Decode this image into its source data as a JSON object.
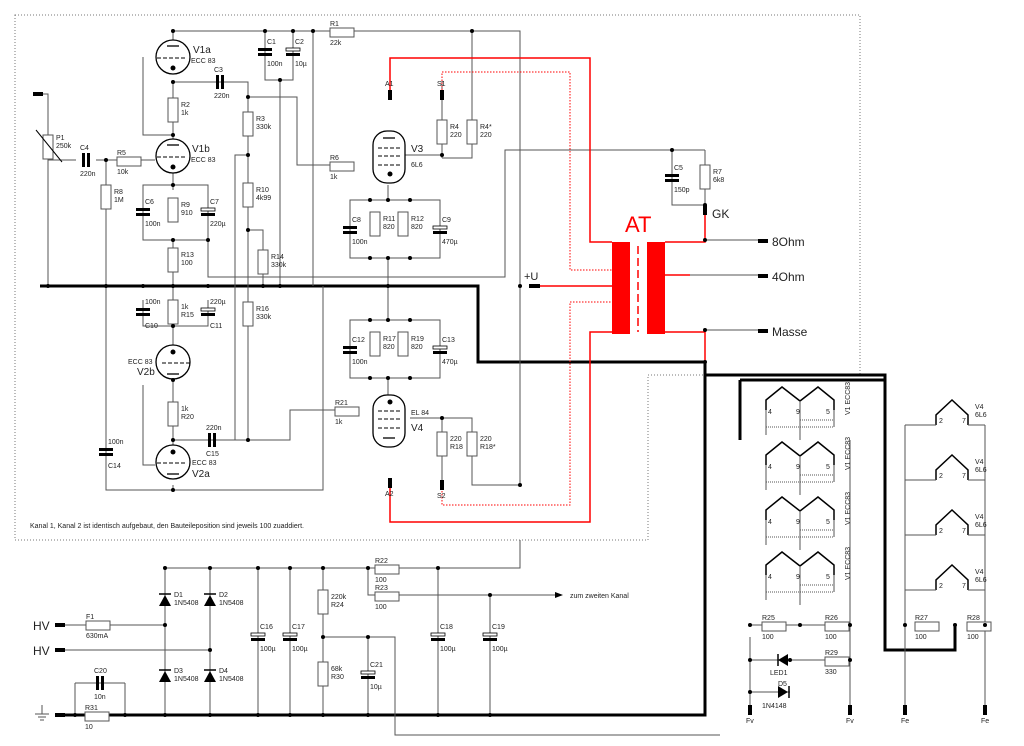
{
  "note": "Kanal 1, Kanal 2 ist identisch aufgebaut, den Bauteileposition sind jeweils 100 zuaddiert.",
  "transformer": {
    "label": "AT",
    "color": "#ff0000"
  },
  "outputs": {
    "gk": "GK",
    "ohm8": "8Ohm",
    "ohm4": "4Ohm",
    "masse": "Masse",
    "plus_u": "+U"
  },
  "power_inputs": {
    "hv1": "HV",
    "hv2": "HV"
  },
  "second_channel": "zum zweiten Kanal",
  "tubes": [
    {
      "ref": "V1a",
      "type": "ECC 83"
    },
    {
      "ref": "V1b",
      "type": "ECC 83"
    },
    {
      "ref": "V2b",
      "type": "ECC 83"
    },
    {
      "ref": "V2a",
      "type": "ECC 83"
    },
    {
      "ref": "V3",
      "type": "6L6"
    },
    {
      "ref": "V4",
      "type": "EL 84"
    }
  ],
  "pins": {
    "a1": "A1",
    "s1": "S1",
    "a2": "A2",
    "s2": "S2"
  },
  "components": {
    "R1": {
      "ref": "R1",
      "value": "22k"
    },
    "R2": {
      "ref": "R2",
      "value": "1k"
    },
    "R3": {
      "ref": "R3",
      "value": "330k"
    },
    "R4": {
      "ref": "R4",
      "value": "220"
    },
    "R4s": {
      "ref": "R4*",
      "value": "220"
    },
    "R5": {
      "ref": "R5",
      "value": "10k"
    },
    "R6": {
      "ref": "R6",
      "value": "1k"
    },
    "R7": {
      "ref": "R7",
      "value": "6k8"
    },
    "R8": {
      "ref": "R8",
      "value": "1M"
    },
    "R9": {
      "ref": "R9",
      "value": "910"
    },
    "R10": {
      "ref": "R10",
      "value": "4k99"
    },
    "R11": {
      "ref": "R11",
      "value": "820"
    },
    "R12": {
      "ref": "R12",
      "value": "820"
    },
    "R13": {
      "ref": "R13",
      "value": "100"
    },
    "R14": {
      "ref": "R14",
      "value": "330k"
    },
    "R15": {
      "ref": "R15",
      "value": "1k"
    },
    "R16": {
      "ref": "R16",
      "value": "330k"
    },
    "R17": {
      "ref": "R17",
      "value": "820"
    },
    "R18": {
      "ref": "R18",
      "value": "220"
    },
    "R18s": {
      "ref": "R18*",
      "value": "220"
    },
    "R19": {
      "ref": "R19",
      "value": "820"
    },
    "R20": {
      "ref": "R20",
      "value": "1k"
    },
    "R21": {
      "ref": "R21",
      "value": "1k"
    },
    "R22": {
      "ref": "R22",
      "value": "100"
    },
    "R23": {
      "ref": "R23",
      "value": "100"
    },
    "R24": {
      "ref": "R24",
      "value": "220k"
    },
    "R25": {
      "ref": "R25",
      "value": "100"
    },
    "R26": {
      "ref": "R26",
      "value": "100"
    },
    "R27": {
      "ref": "R27",
      "value": "100"
    },
    "R28": {
      "ref": "R28",
      "value": "100"
    },
    "R29": {
      "ref": "R29",
      "value": "330"
    },
    "R30": {
      "ref": "R30",
      "value": "68k"
    },
    "R31": {
      "ref": "R31",
      "value": "10"
    },
    "P1": {
      "ref": "P1",
      "value": "250k"
    },
    "C1": {
      "ref": "C1",
      "value": "100n"
    },
    "C2": {
      "ref": "C2",
      "value": "10µ"
    },
    "C3": {
      "ref": "C3",
      "value": "220n"
    },
    "C4": {
      "ref": "C4",
      "value": "220n"
    },
    "C5": {
      "ref": "C5",
      "value": "150p"
    },
    "C6": {
      "ref": "C6",
      "value": "100n"
    },
    "C7": {
      "ref": "C7",
      "value": "220µ"
    },
    "C8": {
      "ref": "C8",
      "value": "100n"
    },
    "C9": {
      "ref": "C9",
      "value": "470µ"
    },
    "C10": {
      "ref": "C10",
      "value": "100n"
    },
    "C11": {
      "ref": "C11",
      "value": "220µ"
    },
    "C12": {
      "ref": "C12",
      "value": "100n"
    },
    "C13": {
      "ref": "C13",
      "value": "470µ"
    },
    "C14": {
      "ref": "C14",
      "value": "100n"
    },
    "C15": {
      "ref": "C15",
      "value": "220n"
    },
    "C16": {
      "ref": "C16",
      "value": "100µ"
    },
    "C17": {
      "ref": "C17",
      "value": "100µ"
    },
    "C18": {
      "ref": "C18",
      "value": "100µ"
    },
    "C19": {
      "ref": "C19",
      "value": "100µ"
    },
    "C20": {
      "ref": "C20",
      "value": "10n"
    },
    "C21": {
      "ref": "C21",
      "value": "10µ"
    },
    "F1": {
      "ref": "F1",
      "value": "630mA"
    },
    "D1": {
      "ref": "D1",
      "value": "1N5408"
    },
    "D2": {
      "ref": "D2",
      "value": "1N5408"
    },
    "D3": {
      "ref": "D3",
      "value": "1N5408"
    },
    "D4": {
      "ref": "D4",
      "value": "1N5408"
    },
    "D5": {
      "ref": "D5",
      "value": "1N4148"
    },
    "LED1": {
      "ref": "LED1",
      "value": ""
    }
  },
  "heaters": {
    "ecc83": {
      "ref": "V1",
      "type": "ECC83",
      "pins": [
        "4",
        "9",
        "5"
      ],
      "count": 4
    },
    "6l6": {
      "ref": "V4",
      "type": "6L6",
      "pins": [
        "2",
        "7"
      ],
      "count": 4
    },
    "fv": "Fv",
    "fe": "Fe"
  }
}
